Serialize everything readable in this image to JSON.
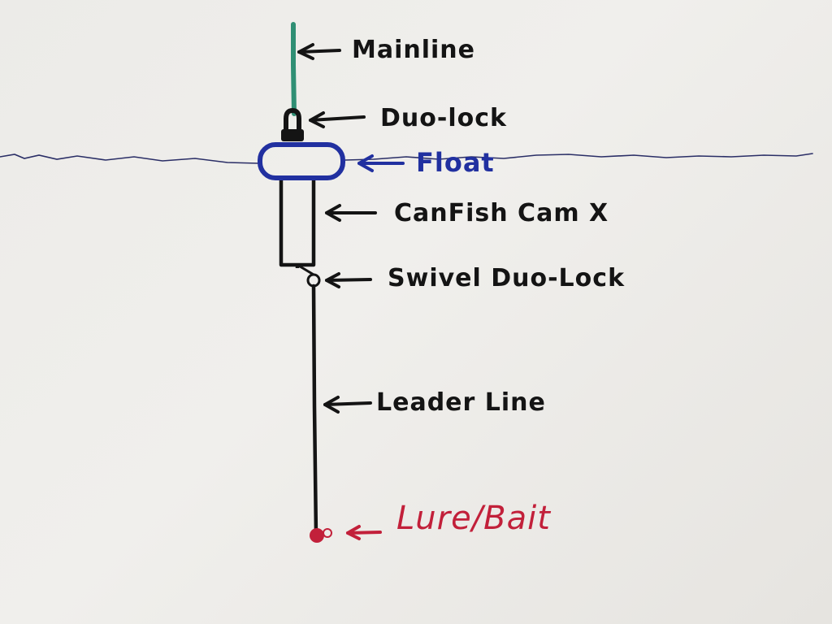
{
  "diagram": {
    "labels": {
      "mainline": "Mainline",
      "duo_lock": "Duo-lock",
      "float": "Float",
      "canfish_cam": "CanFish Cam X",
      "swivel_duo_lock": "Swivel Duo-Lock",
      "leader_line": "Leader Line",
      "lure_bait": "Lure/Bait"
    },
    "colors": {
      "ink": "#141414",
      "mainline": "#2f8f74",
      "float": "#2130a0",
      "water_line": "#2a2e66",
      "lure": "#c2203a",
      "paper": "#eeede9"
    }
  }
}
